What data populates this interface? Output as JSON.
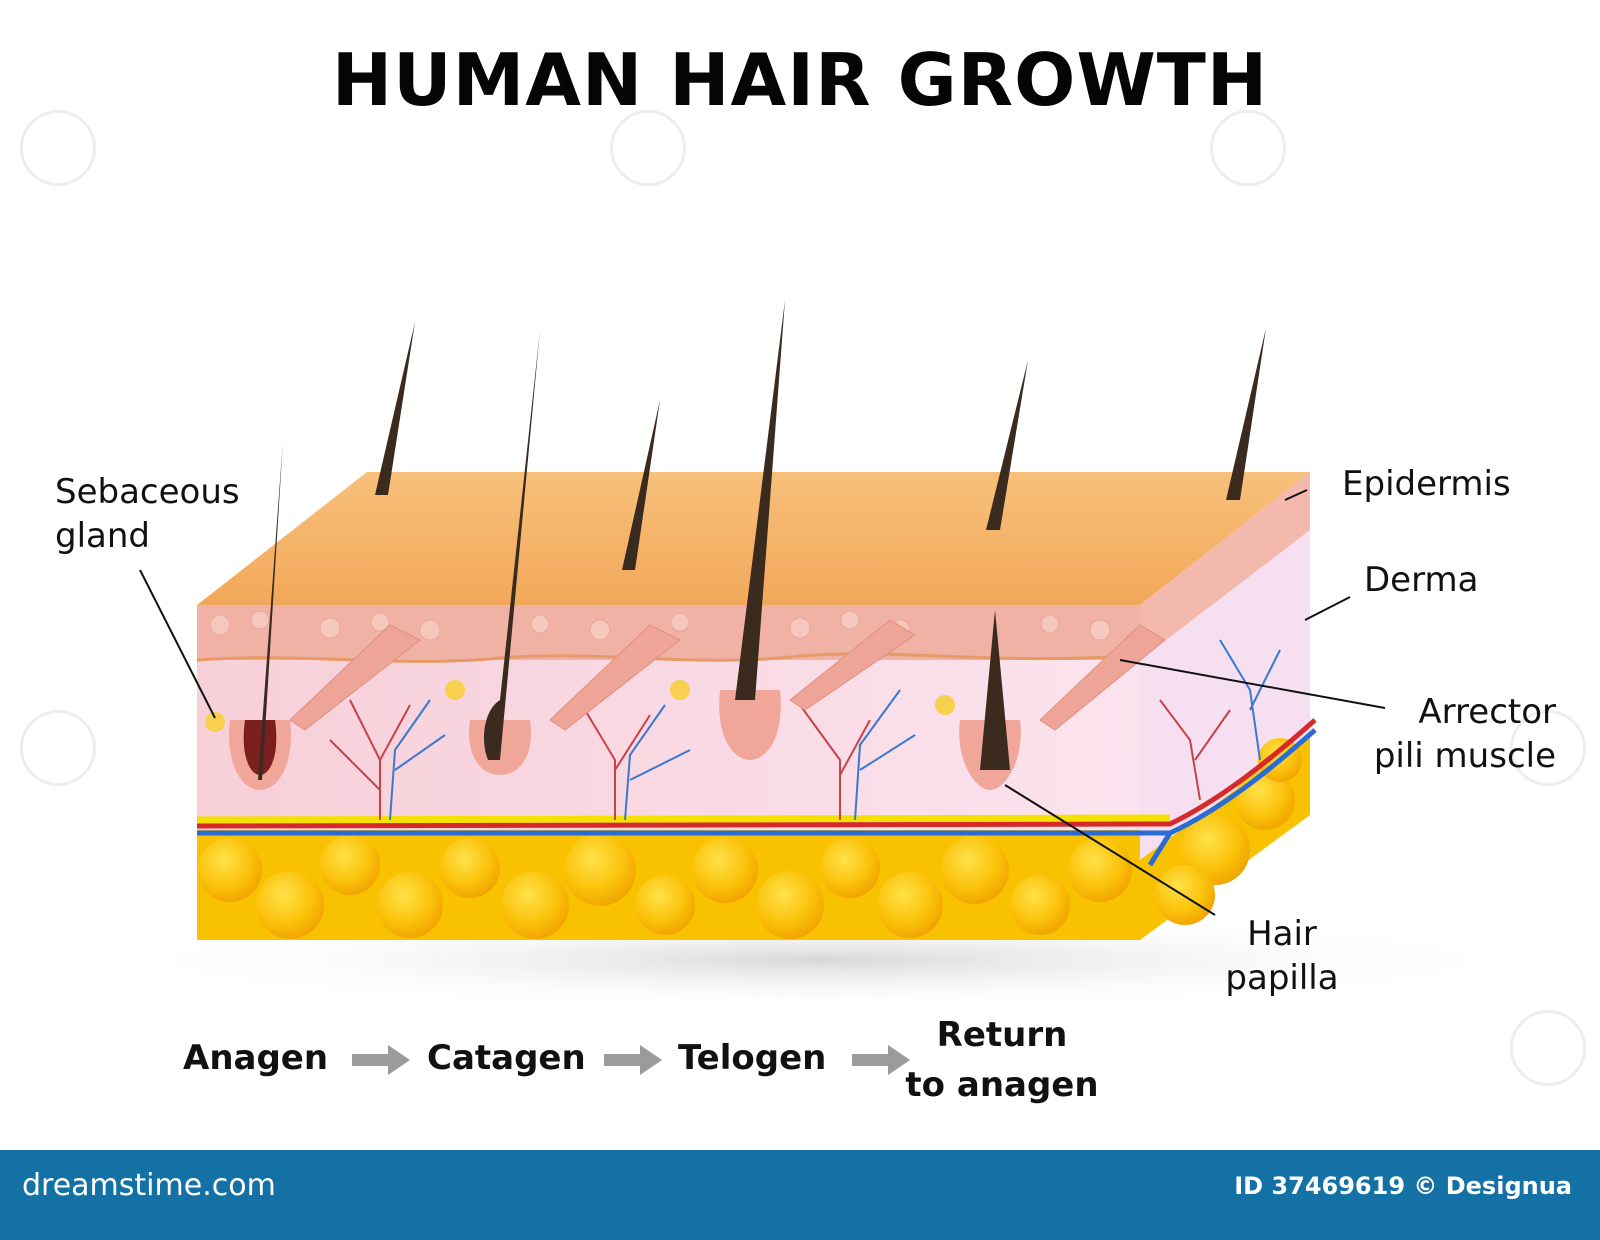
{
  "title": "HUMAN HAIR GROWTH",
  "labels": {
    "sebaceous_gland": [
      "Sebaceous",
      "gland"
    ],
    "epidermis": "Epidermis",
    "derma": "Derma",
    "arrector_pili_muscle": [
      "Arrector",
      "pili muscle"
    ],
    "hair_papilla": [
      "Hair",
      "papilla"
    ]
  },
  "stages": [
    "Anagen",
    "Catagen",
    "Telogen"
  ],
  "return_stage": [
    "Return",
    "to anagen"
  ],
  "footer": {
    "site": "dreamstime.com",
    "credit": "ID 37469619 © Designua"
  },
  "colors": {
    "skin_top": "#f5b368",
    "epidermis_layer": "#f0b8a8",
    "derma": "#f8d6e0",
    "fat": "#f9c200",
    "hair": "#3b2a1e",
    "artery": "#d62a2a",
    "vein": "#2a6cd6",
    "footer": "#1371a6"
  }
}
